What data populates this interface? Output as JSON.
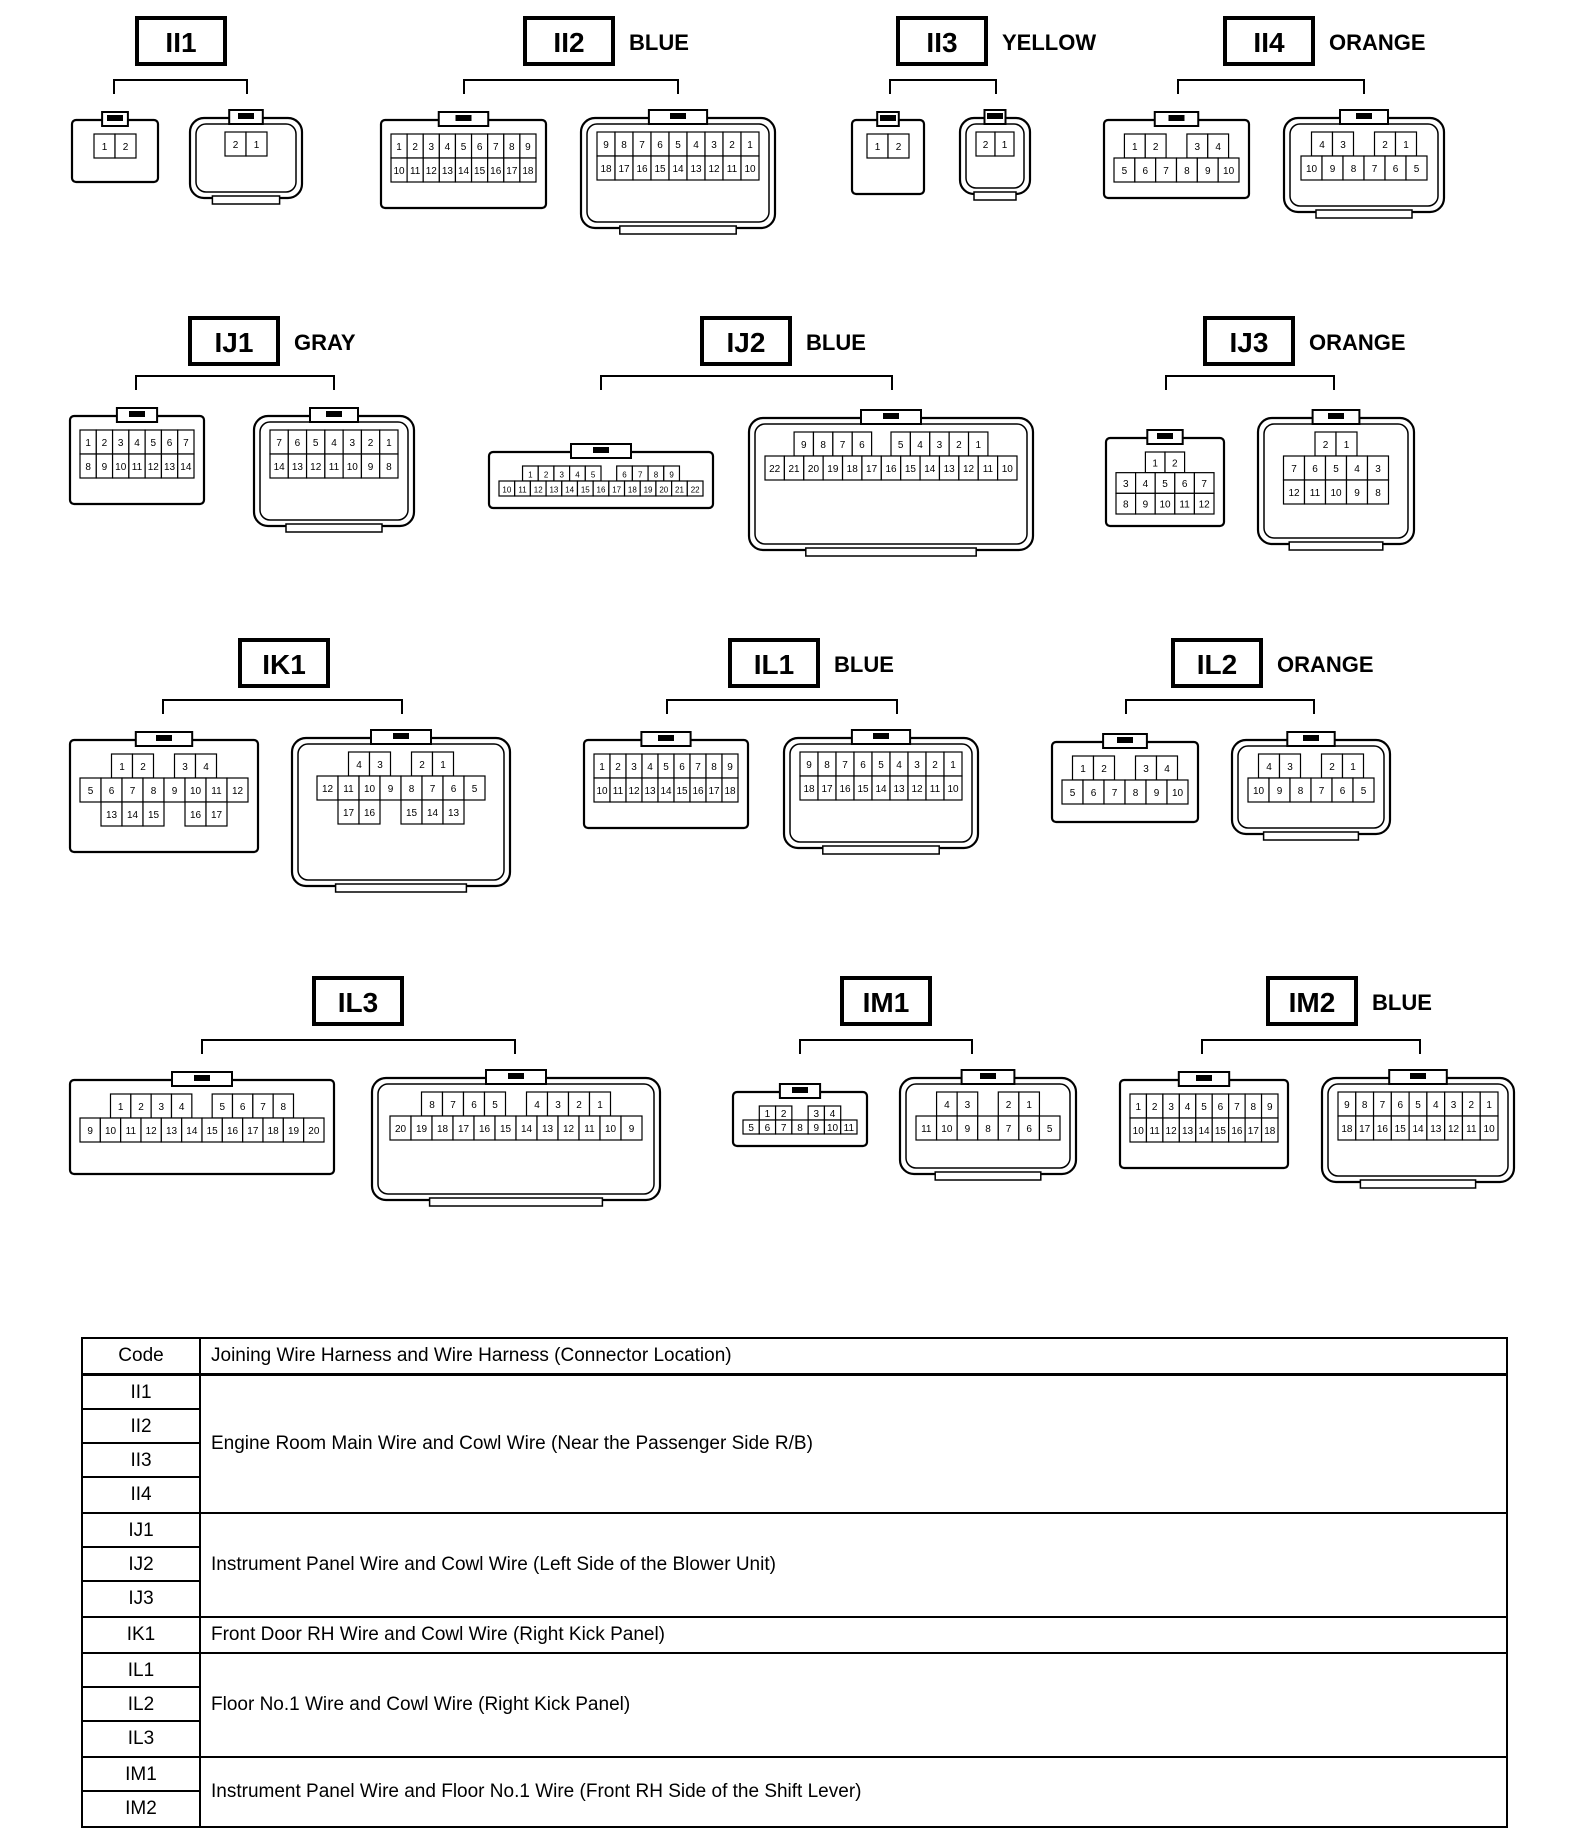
{
  "connectors": [
    {
      "code": "II1",
      "color": "",
      "left": {
        "rows": [
          [
            "1",
            "2"
          ]
        ]
      },
      "right": {
        "rows": [
          [
            "2",
            "1"
          ]
        ]
      }
    },
    {
      "code": "II2",
      "color": "BLUE",
      "left": {
        "rows": [
          [
            "1",
            "2",
            "3",
            "4",
            "5",
            "6",
            "7",
            "8",
            "9"
          ],
          [
            "10",
            "11",
            "12",
            "13",
            "14",
            "15",
            "16",
            "17",
            "18"
          ]
        ]
      },
      "right": {
        "rows": [
          [
            "9",
            "8",
            "7",
            "6",
            "5",
            "4",
            "3",
            "2",
            "1"
          ],
          [
            "18",
            "17",
            "16",
            "15",
            "14",
            "13",
            "12",
            "11",
            "10"
          ]
        ]
      }
    },
    {
      "code": "II3",
      "color": "YELLOW",
      "left": {
        "rows": [
          [
            "1",
            "2"
          ]
        ]
      },
      "right": {
        "rows": [
          [
            "2",
            "1"
          ]
        ]
      }
    },
    {
      "code": "II4",
      "color": "ORANGE",
      "left": {
        "rows": [
          [
            "1",
            "2",
            "",
            "3",
            "4"
          ],
          [
            "5",
            "6",
            "7",
            "8",
            "9",
            "10"
          ]
        ]
      },
      "right": {
        "rows": [
          [
            "4",
            "3",
            "",
            "2",
            "1"
          ],
          [
            "10",
            "9",
            "8",
            "7",
            "6",
            "5"
          ]
        ]
      }
    },
    {
      "code": "IJ1",
      "color": "GRAY",
      "left": {
        "rows": [
          [
            "1",
            "2",
            "3",
            "4",
            "5",
            "6",
            "7"
          ],
          [
            "8",
            "9",
            "10",
            "11",
            "12",
            "13",
            "14"
          ]
        ]
      },
      "right": {
        "rows": [
          [
            "7",
            "6",
            "5",
            "4",
            "3",
            "2",
            "1"
          ],
          [
            "14",
            "13",
            "12",
            "11",
            "10",
            "9",
            "8"
          ]
        ]
      }
    },
    {
      "code": "IJ2",
      "color": "BLUE",
      "left": {
        "rows": [
          [
            "1",
            "2",
            "3",
            "4",
            "5",
            "",
            "6",
            "7",
            "8",
            "9"
          ],
          [
            "10",
            "11",
            "12",
            "13",
            "14",
            "15",
            "16",
            "17",
            "18",
            "19",
            "20",
            "21",
            "22"
          ]
        ]
      },
      "right": {
        "rows": [
          [
            "9",
            "8",
            "7",
            "6",
            "",
            "5",
            "4",
            "3",
            "2",
            "1"
          ],
          [
            "22",
            "21",
            "20",
            "19",
            "18",
            "17",
            "16",
            "15",
            "14",
            "13",
            "12",
            "11",
            "10"
          ]
        ]
      }
    },
    {
      "code": "IJ3",
      "color": "ORANGE",
      "left": {
        "rows": [
          [
            "1",
            "2"
          ],
          [
            "3",
            "4",
            "5",
            "6",
            "7"
          ],
          [
            "8",
            "9",
            "10",
            "11",
            "12"
          ]
        ]
      },
      "right": {
        "rows": [
          [
            "2",
            "1"
          ],
          [
            "7",
            "6",
            "5",
            "4",
            "3"
          ],
          [
            "12",
            "11",
            "10",
            "9",
            "8"
          ]
        ]
      }
    },
    {
      "code": "IK1",
      "color": "",
      "left": {
        "rows": [
          [
            "1",
            "2",
            "",
            "3",
            "4"
          ],
          [
            "5",
            "6",
            "7",
            "8",
            "9",
            "10",
            "11",
            "12"
          ],
          [
            "13",
            "14",
            "15",
            "",
            "16",
            "17"
          ]
        ]
      },
      "right": {
        "rows": [
          [
            "4",
            "3",
            "",
            "2",
            "1"
          ],
          [
            "12",
            "11",
            "10",
            "9",
            "8",
            "7",
            "6",
            "5"
          ],
          [
            "17",
            "16",
            "",
            "15",
            "14",
            "13"
          ]
        ]
      }
    },
    {
      "code": "IL1",
      "color": "BLUE",
      "left": {
        "rows": [
          [
            "1",
            "2",
            "3",
            "4",
            "5",
            "6",
            "7",
            "8",
            "9"
          ],
          [
            "10",
            "11",
            "12",
            "13",
            "14",
            "15",
            "16",
            "17",
            "18"
          ]
        ]
      },
      "right": {
        "rows": [
          [
            "9",
            "8",
            "7",
            "6",
            "5",
            "4",
            "3",
            "2",
            "1"
          ],
          [
            "18",
            "17",
            "16",
            "15",
            "14",
            "13",
            "12",
            "11",
            "10"
          ]
        ]
      }
    },
    {
      "code": "IL2",
      "color": "ORANGE",
      "left": {
        "rows": [
          [
            "1",
            "2",
            "",
            "3",
            "4"
          ],
          [
            "5",
            "6",
            "7",
            "8",
            "9",
            "10"
          ]
        ]
      },
      "right": {
        "rows": [
          [
            "4",
            "3",
            "",
            "2",
            "1"
          ],
          [
            "10",
            "9",
            "8",
            "7",
            "6",
            "5"
          ]
        ]
      }
    },
    {
      "code": "IL3",
      "color": "",
      "left": {
        "rows": [
          [
            "1",
            "2",
            "3",
            "4",
            "",
            "5",
            "6",
            "7",
            "8"
          ],
          [
            "9",
            "10",
            "11",
            "12",
            "13",
            "14",
            "15",
            "16",
            "17",
            "18",
            "19",
            "20"
          ]
        ]
      },
      "right": {
        "rows": [
          [
            "8",
            "7",
            "6",
            "5",
            "",
            "4",
            "3",
            "2",
            "1"
          ],
          [
            "20",
            "19",
            "18",
            "17",
            "16",
            "15",
            "14",
            "13",
            "12",
            "11",
            "10",
            "9"
          ]
        ]
      }
    },
    {
      "code": "IM1",
      "color": "",
      "left": {
        "rows": [
          [
            "1",
            "2",
            "",
            "3",
            "4"
          ],
          [
            "5",
            "6",
            "7",
            "8",
            "9",
            "10",
            "11"
          ]
        ]
      },
      "right": {
        "rows": [
          [
            "4",
            "3",
            "",
            "2",
            "1"
          ],
          [
            "11",
            "10",
            "9",
            "8",
            "7",
            "6",
            "5"
          ]
        ]
      }
    },
    {
      "code": "IM2",
      "color": "BLUE",
      "left": {
        "rows": [
          [
            "1",
            "2",
            "3",
            "4",
            "5",
            "6",
            "7",
            "8",
            "9"
          ],
          [
            "10",
            "11",
            "12",
            "13",
            "14",
            "15",
            "16",
            "17",
            "18"
          ]
        ]
      },
      "right": {
        "rows": [
          [
            "9",
            "8",
            "7",
            "6",
            "5",
            "4",
            "3",
            "2",
            "1"
          ],
          [
            "18",
            "17",
            "16",
            "15",
            "14",
            "13",
            "12",
            "11",
            "10"
          ]
        ]
      }
    }
  ],
  "table": {
    "header": {
      "code": "Code",
      "desc": "Joining Wire Harness and Wire Harness (Connector Location)"
    },
    "groups": [
      {
        "codes": [
          "II1",
          "II2",
          "II3",
          "II4"
        ],
        "desc": "Engine Room Main Wire and Cowl Wire (Near the Passenger Side R/B)"
      },
      {
        "codes": [
          "IJ1",
          "IJ2",
          "IJ3"
        ],
        "desc": "Instrument Panel Wire and Cowl Wire (Left Side of the Blower Unit)"
      },
      {
        "codes": [
          "IK1"
        ],
        "desc": "Front Door RH Wire and Cowl Wire (Right Kick Panel)"
      },
      {
        "codes": [
          "IL1",
          "IL2",
          "IL3"
        ],
        "desc": "Floor No.1 Wire and Cowl Wire (Right Kick Panel)"
      },
      {
        "codes": [
          "IM1",
          "IM2"
        ],
        "desc": "Instrument Panel Wire and Floor No.1 Wire (Front RH Side of the Shift Lever)"
      }
    ]
  }
}
